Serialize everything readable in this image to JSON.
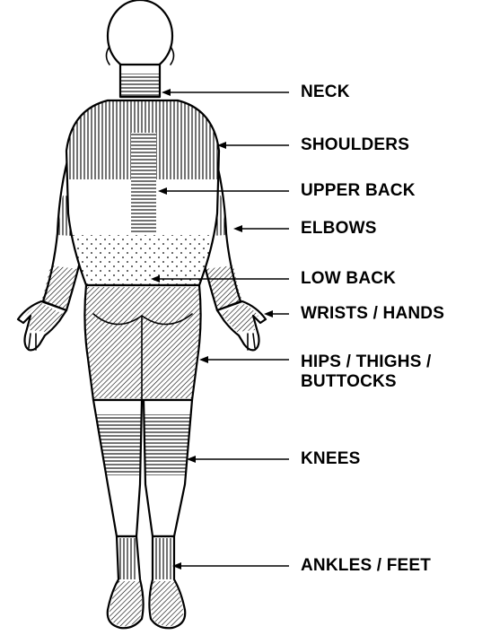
{
  "labels": {
    "neck": "NECK",
    "shoulders": "SHOULDERS",
    "upper_back": "UPPER BACK",
    "elbows": "ELBOWS",
    "low_back": "LOW BACK",
    "wrists_hands": "WRISTS / HANDS",
    "hips_line1": "HIPS / THIGHS /",
    "hips_line2": "BUTTOCKS",
    "knees": "KNEES",
    "ankles_feet": "ANKLES / FEET"
  },
  "colors": {
    "ink": "#000000",
    "paper": "#ffffff"
  }
}
